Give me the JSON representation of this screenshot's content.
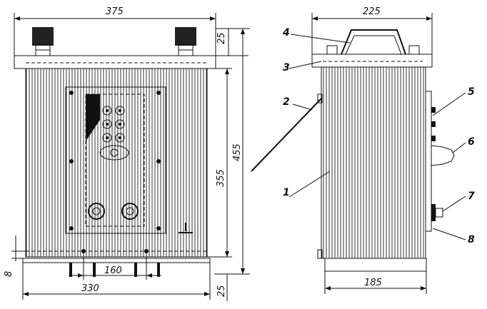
{
  "dimensions": {
    "front_width_top": "375",
    "side_width_top": "225",
    "lid_height": "25",
    "total_height": "455",
    "body_height": "355",
    "bottom_offset": "8",
    "mount_spacing": "160",
    "front_base_width": "330",
    "foot_height": "25",
    "side_base_width": "185"
  },
  "callouts": [
    "1",
    "2",
    "3",
    "4",
    "5",
    "6",
    "7",
    "8"
  ]
}
